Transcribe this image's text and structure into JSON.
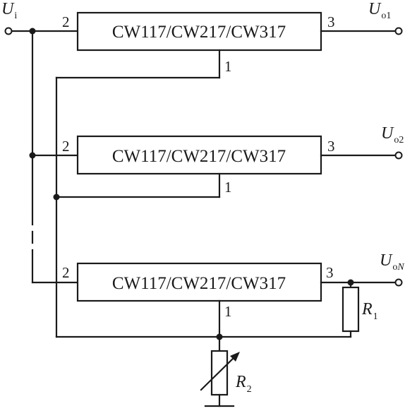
{
  "regulators": [
    {
      "label": "CW117/CW217/CW317",
      "pin_in": "2",
      "pin_out": "3",
      "pin_adj": "1"
    },
    {
      "label": "CW117/CW217/CW317",
      "pin_in": "2",
      "pin_out": "3",
      "pin_adj": "1"
    },
    {
      "label": "CW117/CW217/CW317",
      "pin_in": "2",
      "pin_out": "3",
      "pin_adj": "1"
    }
  ],
  "input": {
    "symbol": "U",
    "subscript": "i"
  },
  "outputs": [
    {
      "symbol": "U",
      "subscript": "o1"
    },
    {
      "symbol": "U",
      "subscript": "o2"
    },
    {
      "symbol": "U",
      "subscript": "o",
      "subscript_italic": "N"
    }
  ],
  "resistors": {
    "r1": {
      "symbol": "R",
      "subscript": "1"
    },
    "r2": {
      "symbol": "R",
      "subscript": "2"
    }
  }
}
